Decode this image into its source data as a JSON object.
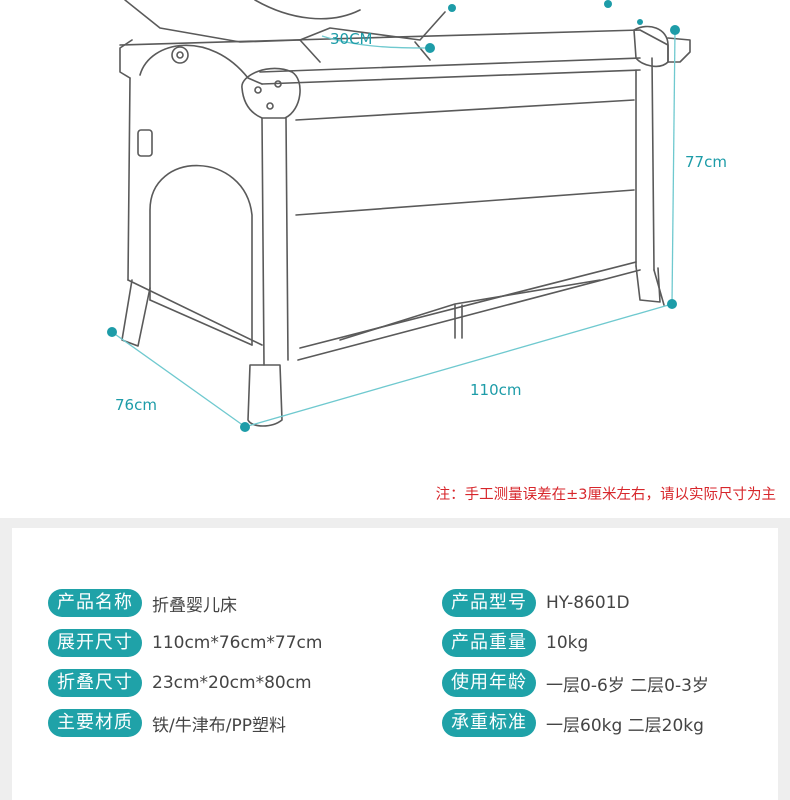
{
  "dimensions": {
    "depth_label": "30CM",
    "height_label": "77cm",
    "width_label": "76cm",
    "length_label": "110cm"
  },
  "note": "注：手工测量误差在±3厘米左右，请以实际尺寸为主",
  "specs": {
    "left": [
      {
        "key": "产品名称",
        "value": "折叠婴儿床"
      },
      {
        "key": "展开尺寸",
        "value": "110cm*76cm*77cm"
      },
      {
        "key": "折叠尺寸",
        "value": "23cm*20cm*80cm"
      },
      {
        "key": "主要材质",
        "value": "铁/牛津布/PP塑料"
      }
    ],
    "right": [
      {
        "key": "产品型号",
        "value": "HY-8601D"
      },
      {
        "key": "产品重量",
        "value": "10kg"
      },
      {
        "key": "使用年龄",
        "value": " 一层0-6岁 二层0-3岁"
      },
      {
        "key": "承重标准",
        "value": "一层60kg 二层20kg"
      }
    ]
  },
  "colors": {
    "accent": "#1fa2a8",
    "dimension": "#1d9ca8",
    "note": "#d7262b",
    "line_art": "#555555"
  }
}
